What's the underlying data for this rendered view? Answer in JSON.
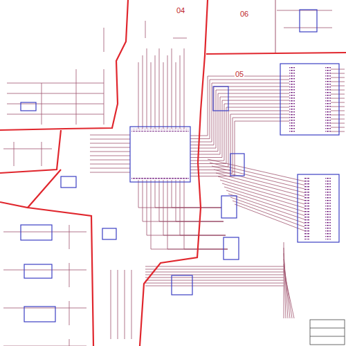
{
  "diagram": {
    "labels": [
      "04",
      "06",
      "05"
    ]
  }
}
